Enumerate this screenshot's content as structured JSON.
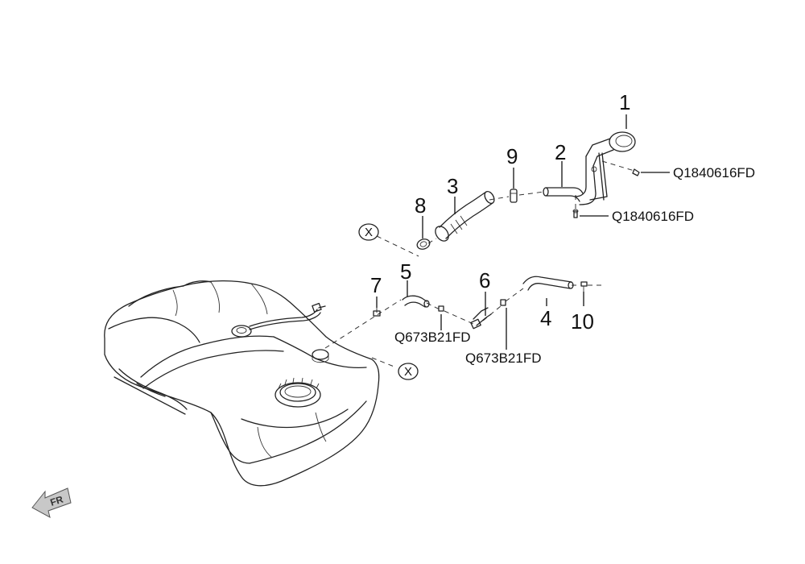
{
  "callouts": {
    "c1": "1",
    "c2": "2",
    "c3": "3",
    "c4": "4",
    "c5": "5",
    "c6": "6",
    "c7": "7",
    "c8": "8",
    "c9": "9",
    "c10": "10"
  },
  "part_codes": {
    "code_upper_right": "Q1840616FD",
    "code_right_lower": "Q1840616FD",
    "code_clamp_left": "Q673B21FD",
    "code_clamp_right": "Q673B21FD"
  },
  "reference_marks": {
    "x_top": "X",
    "x_bottom": "X"
  },
  "direction_indicator": {
    "label": "FR"
  }
}
